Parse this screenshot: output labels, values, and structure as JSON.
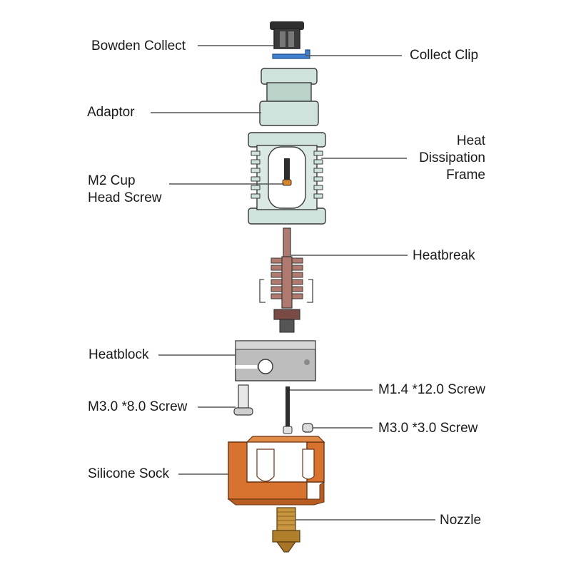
{
  "colors": {
    "frame": "#cfe3dc",
    "frame_dark": "#9bb9ae",
    "outline": "#3a3a3a",
    "clip": "#3f7fd0",
    "copper": "#b07a6e",
    "sock": "#d8732f",
    "brass": "#c99640",
    "block": "#bdbdbd",
    "leader": "#555555"
  },
  "labels": {
    "bowden_collect": "Bowden Collect",
    "collect_clip": "Collect Clip",
    "adaptor": "Adaptor",
    "heat_dissipation_frame": [
      "Heat",
      "Dissipation",
      "Frame"
    ],
    "m2_cup_head_screw": [
      "M2 Cup",
      "Head Screw"
    ],
    "heatbreak": "Heatbreak",
    "heatblock": "Heatblock",
    "m14_screw": "M1.4 *12.0 Screw",
    "m30x8_screw": "M3.0 *8.0 Screw",
    "m30x3_screw": "M3.0 *3.0 Screw",
    "silicone_sock": "Silicone Sock",
    "nozzle": "Nozzle"
  }
}
